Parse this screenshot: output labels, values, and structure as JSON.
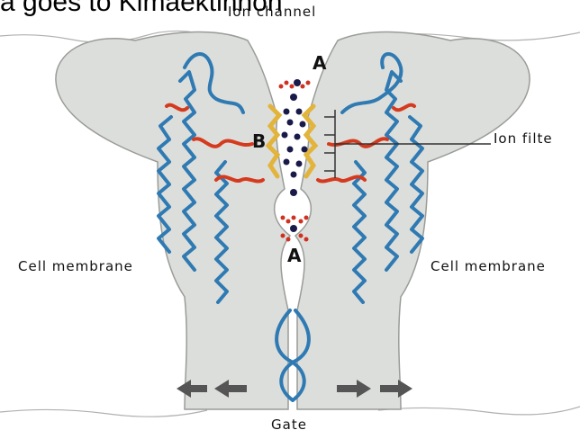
{
  "caption": "a goes to Kimaektinnon",
  "labels": {
    "ion_channel": "Ion channel",
    "ion_filter": "Ion filte",
    "cell_membrane_left": "Cell membrane",
    "cell_membrane_right": "Cell membrane",
    "gate": "Gate",
    "site_a_top": "A",
    "site_a_bottom": "A",
    "site_b": "B"
  },
  "colors": {
    "protein_fill": "#dcdedb",
    "helix": "#2f7ab3",
    "loop_red": "#d63a1e",
    "filter_yellow": "#e2b43c",
    "ion_dark": "#1a1a4a",
    "ion_red": "#d03020",
    "arrow_gray": "#555555",
    "membrane_line": "#b0b0b0"
  }
}
